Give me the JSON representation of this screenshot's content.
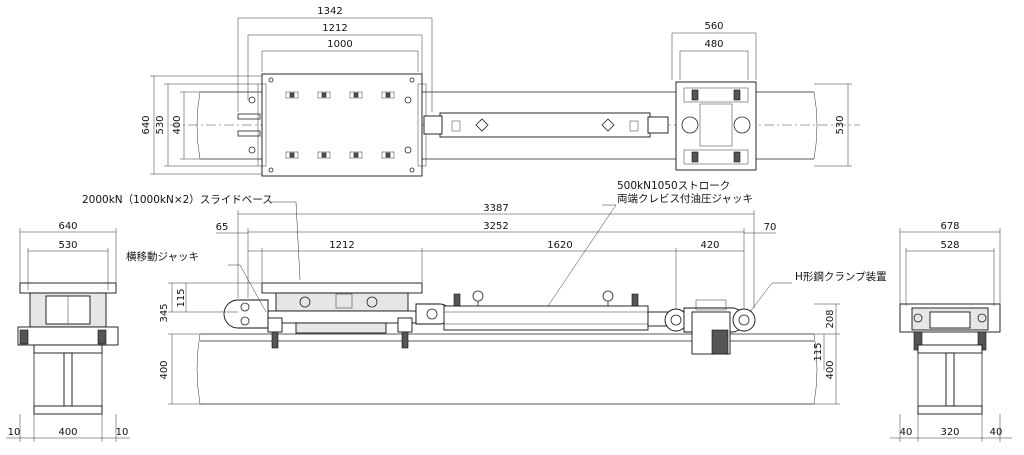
{
  "top_view": {
    "dims": {
      "d1342": "1342",
      "d1212": "1212",
      "d1000": "1000",
      "d560": "560",
      "d480": "480",
      "d640": "640",
      "d530": "530",
      "d400": "400",
      "d530r": "530"
    }
  },
  "side_view": {
    "labels": {
      "slide_base": "2000kN（1000kN×2）スライドベース",
      "jack_line1": "500kN1050ストローク",
      "jack_line2": "両端クレビス付油圧ジャッキ",
      "lateral_jack": "横移動ジャッキ",
      "clamp": "H形鋼クランプ装置"
    },
    "dims": {
      "d3387": "3387",
      "d3252": "3252",
      "d65": "65",
      "d1212": "1212",
      "d1620": "1620",
      "d420": "420",
      "d70": "70",
      "d115l": "115",
      "d345": "345",
      "d400l": "400",
      "d208": "208",
      "d115r": "115",
      "d400r": "400"
    }
  },
  "left_view": {
    "dims": {
      "d640": "640",
      "d530": "530",
      "d10a": "10",
      "d400": "400",
      "d10b": "10"
    }
  },
  "right_view": {
    "dims": {
      "d678": "678",
      "d528": "528",
      "d40a": "40",
      "d320": "320",
      "d40b": "40"
    }
  }
}
